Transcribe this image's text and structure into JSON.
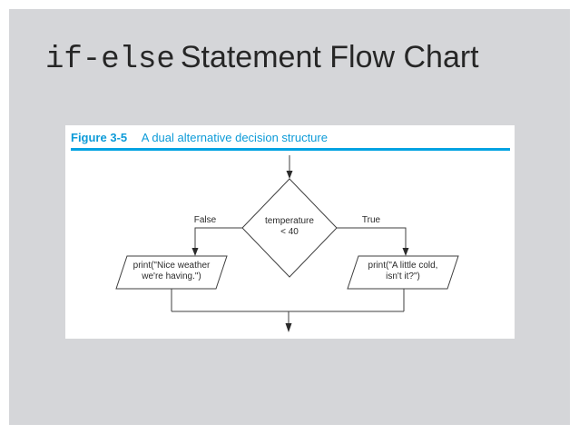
{
  "slide": {
    "title": {
      "code_part": "if-else",
      "text_part": "Statement Flow Chart"
    }
  },
  "figure": {
    "label": "Figure 3-5",
    "caption": "A dual alternative decision structure"
  },
  "flowchart": {
    "decision": {
      "line1": "temperature",
      "line2": "< 40"
    },
    "branch_false": {
      "label": "False",
      "line1": "print(\"Nice weather",
      "line2": "we're having.\")"
    },
    "branch_true": {
      "label": "True",
      "line1": "print(\"A little cold,",
      "line2": "isn't it?\")"
    }
  },
  "colors": {
    "slide_bg": "#d5d6d9",
    "figure_bg": "#ffffff",
    "caption_blue": "#0d9bd8",
    "accent_rule_blue": "#00a2e2",
    "flowchart_line": "#3f3f3f",
    "title_text": "#262626"
  }
}
